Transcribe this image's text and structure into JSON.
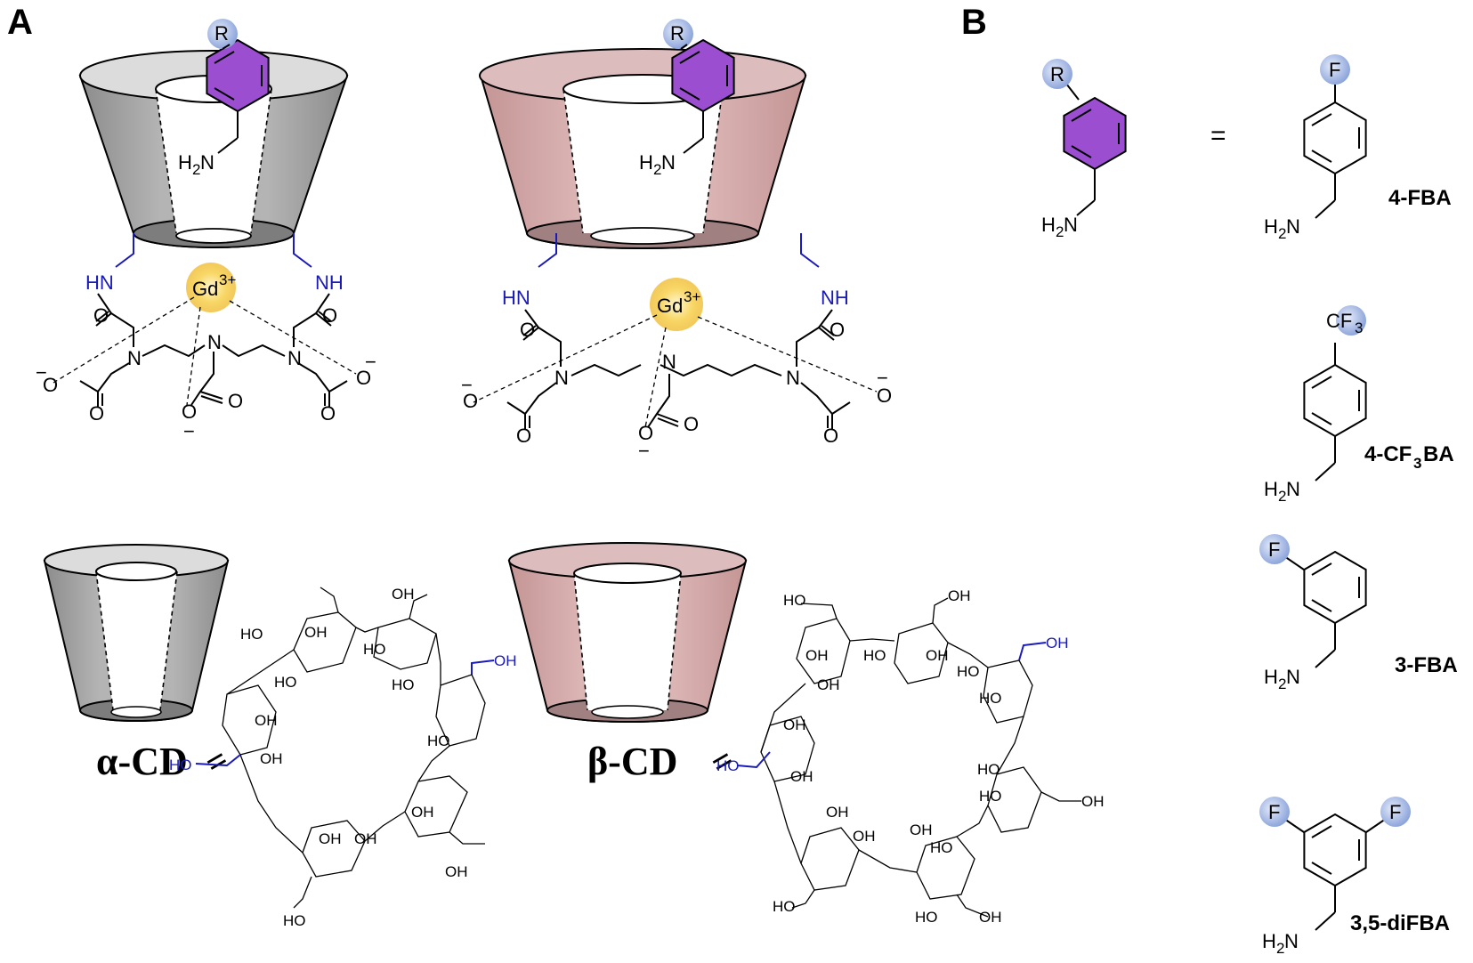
{
  "panel_labels": {
    "a": "A",
    "b": "B"
  },
  "conjugate_left": {
    "substituent": "R",
    "amine": "H2N",
    "metal": "Gd",
    "metal_charge": "3+",
    "nh_left": "HN",
    "nh_right": "NH",
    "nitrogen": "N",
    "oxygen": "O",
    "minus": "−"
  },
  "conjugate_right": {
    "substituent": "R",
    "amine": "H2N",
    "metal": "Gd",
    "metal_charge": "3+",
    "nh_left": "HN",
    "nh_right": "NH",
    "nitrogen": "N",
    "oxygen": "O",
    "minus": "−"
  },
  "alpha_cd": {
    "label": "α-CD",
    "equals": "=",
    "hydroxyl": "OH",
    "hydroxyl_rev": "HO"
  },
  "beta_cd": {
    "label": "β-CD",
    "equals": "=",
    "hydroxyl": "OH",
    "hydroxyl_rev": "HO"
  },
  "panel_b": {
    "generic": {
      "substituent": "R",
      "amine": "H2N",
      "equals": "="
    },
    "compounds": [
      {
        "name": "4-FBA",
        "substituent": "F",
        "amine": "H2N"
      },
      {
        "name_parts": [
          "4-CF",
          "3",
          "BA"
        ],
        "substituent_parts": [
          "CF",
          "3"
        ],
        "amine": "H2N"
      },
      {
        "name": "3-FBA",
        "substituent": "F",
        "amine": "H2N"
      },
      {
        "name": "3,5-diFBA",
        "substituents": [
          "F",
          "F"
        ],
        "amine": "H2N"
      }
    ]
  },
  "colors": {
    "alpha_cone": "#a8a8a8",
    "beta_cone": "#d2a8a8",
    "phenyl": "#9b4fd0",
    "gd_glow": "#f5c842",
    "substituent_bubble": "#9fb3e0",
    "linker_blue": "#1a1ab8"
  }
}
